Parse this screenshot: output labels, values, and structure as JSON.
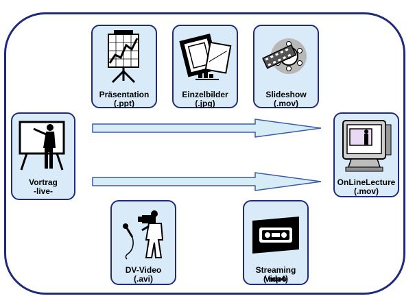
{
  "cards": {
    "praesentation": {
      "line1": "Präsentation",
      "line2": "(.ppt)",
      "icon": "presentation-chart-icon"
    },
    "einzelbilder": {
      "line1": "Einzelbilder",
      "line2": "(.jpg)",
      "icon": "picture-frames-icon"
    },
    "slideshow": {
      "line1": "Slideshow",
      "line2": "(.mov)",
      "icon": "film-reel-icon"
    },
    "vortrag": {
      "line1": "Vortrag",
      "line2": "-live-",
      "icon": "speaker-at-board-icon"
    },
    "onlinelecture": {
      "line1": "OnLineLecture",
      "line2": "(.mov)",
      "icon": "monitor-icon"
    },
    "dvvideo": {
      "line1": "DV-Video",
      "line2": "(.avi)",
      "icon": "camera-operator-icon"
    },
    "streaming": {
      "line1": "Streaming Video",
      "line2": "(.mp4)",
      "icon": "video-cassette-icon"
    }
  },
  "colors": {
    "border": "#1f2b78",
    "card_fill": "#d9ebf8",
    "arrow_fill": "#d6ecf7",
    "arrow_stroke": "#3b5aa8"
  }
}
